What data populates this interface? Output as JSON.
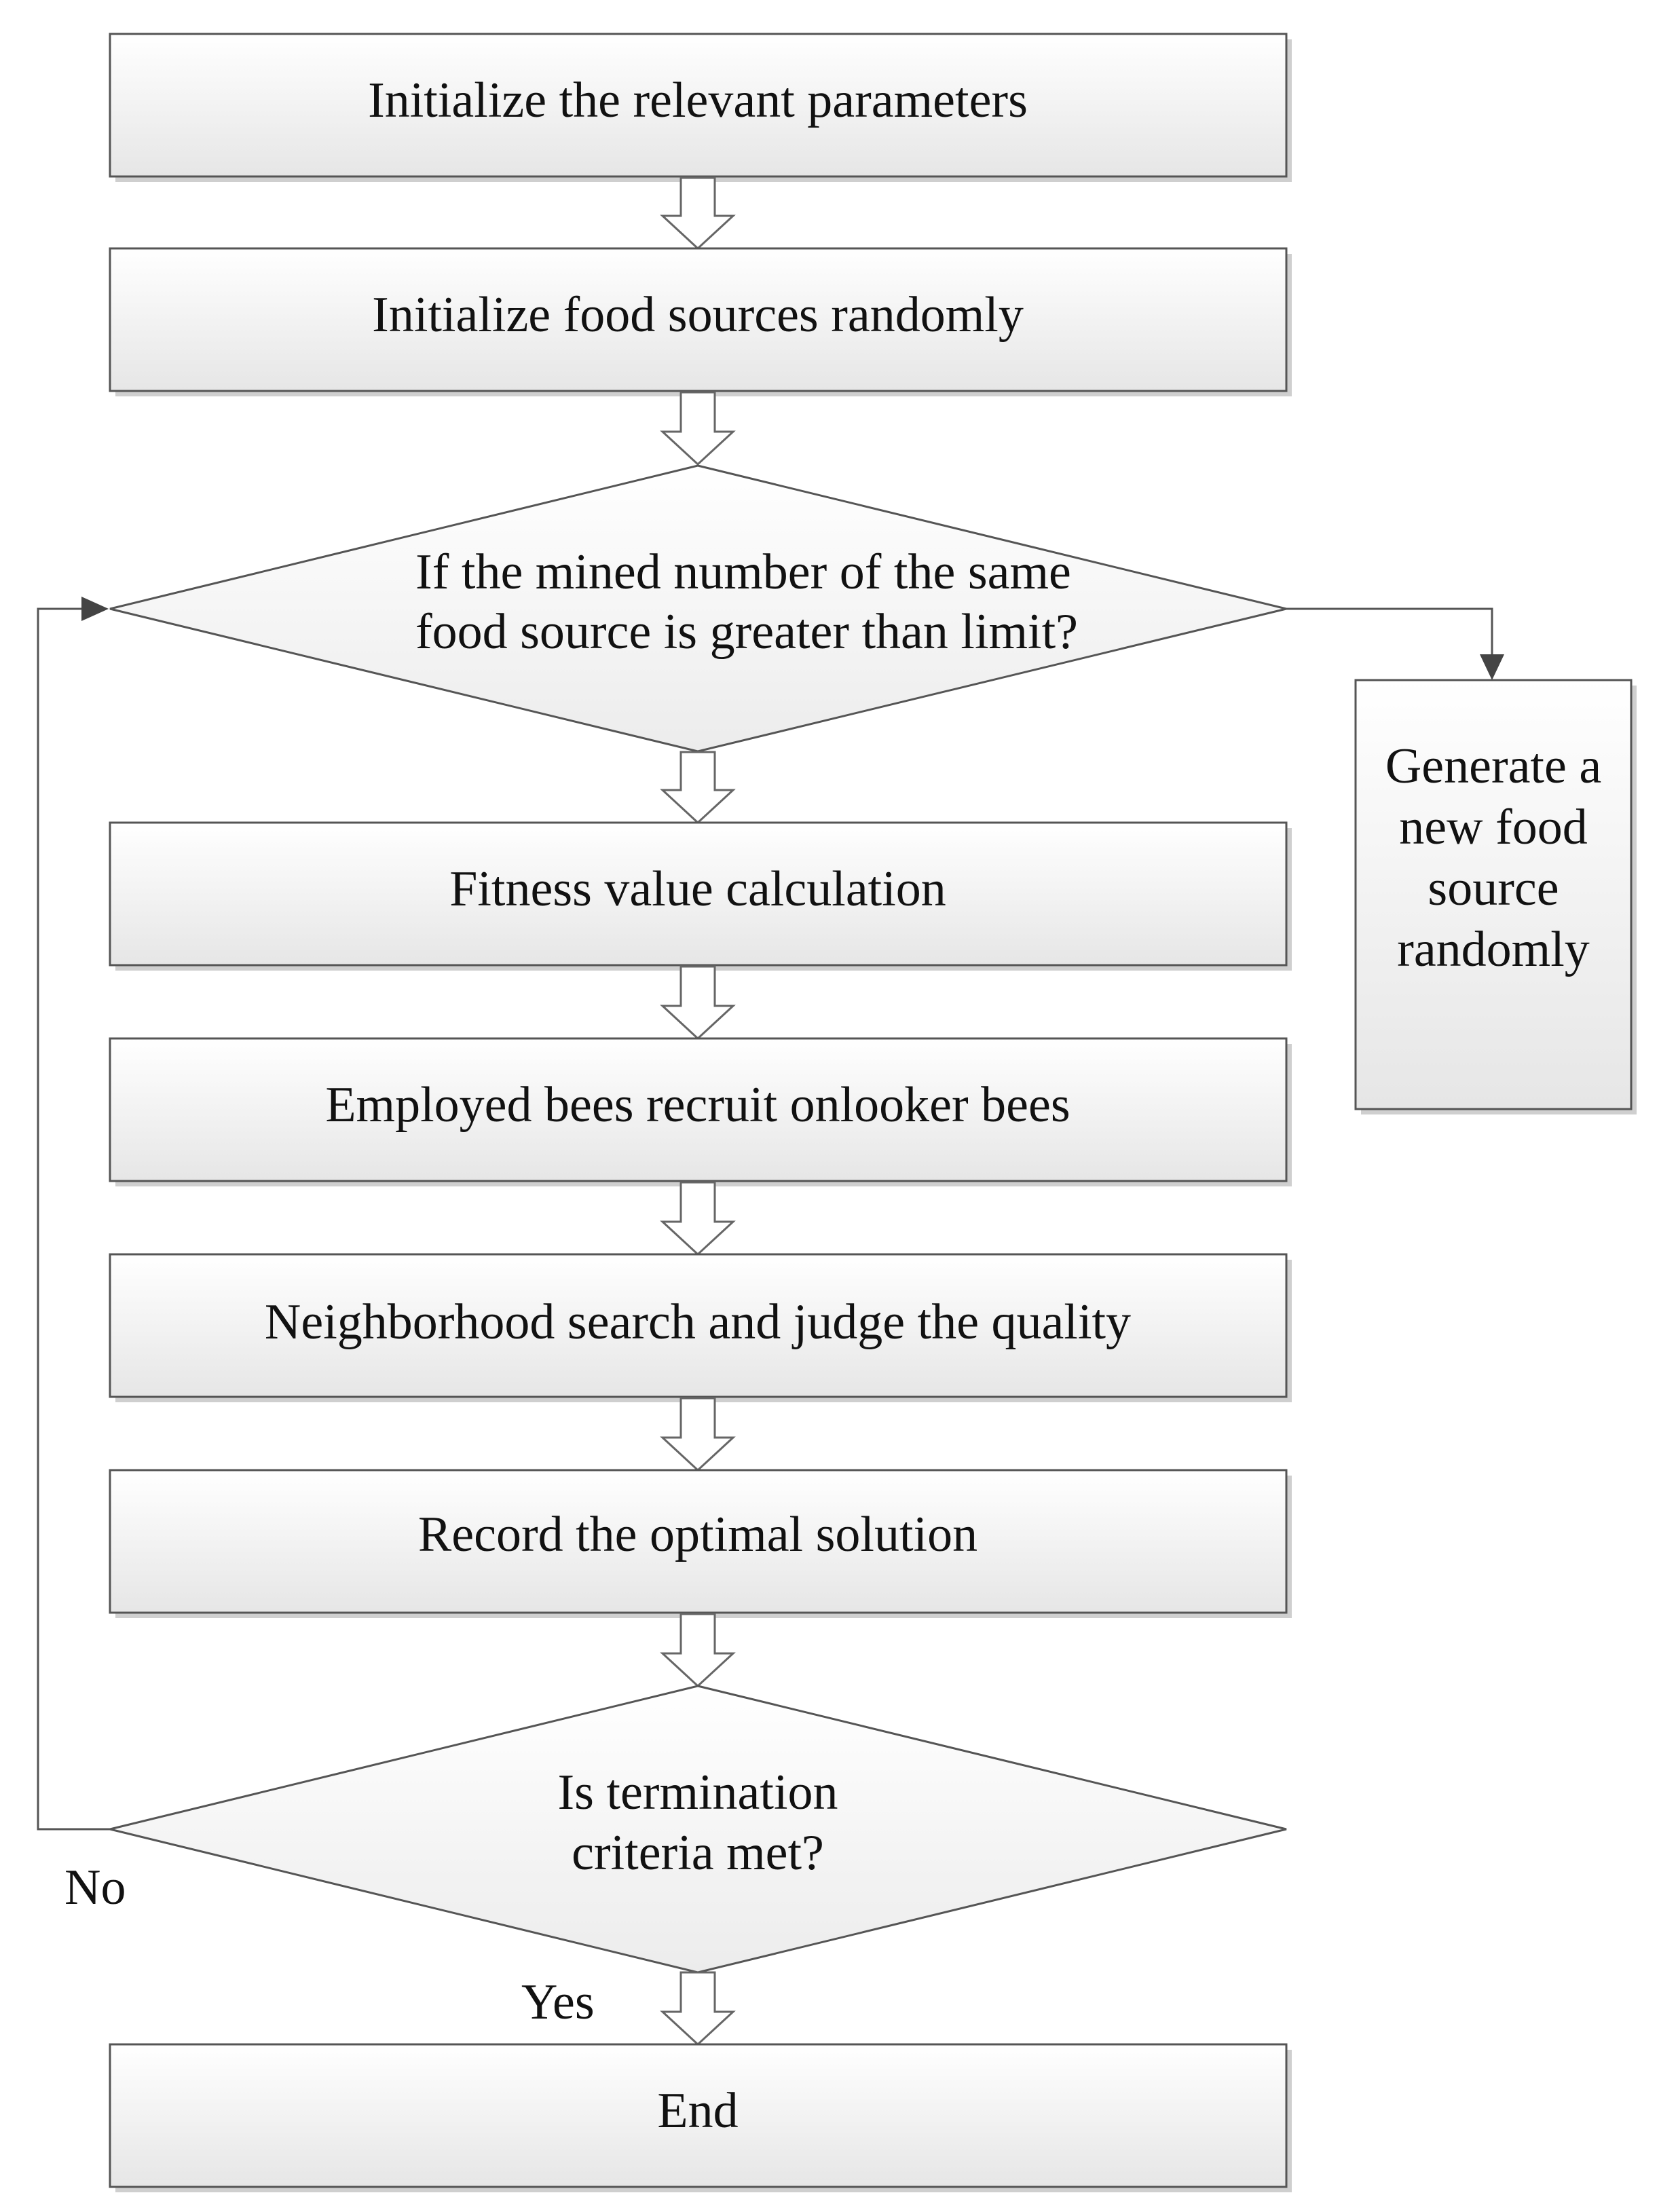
{
  "colors": {
    "box_fill_top": "#ffffff",
    "box_fill_bottom": "#e8e8e8",
    "stroke": "#555555",
    "shadow": "#c8c8c8",
    "text": "#111111",
    "arrow_line": "#555555"
  },
  "nodes": {
    "init_params": "Initialize the relevant parameters",
    "init_food": "Initialize food sources randomly",
    "limit_check": [
      "If the mined number of the same",
      "food source is greater than limit?"
    ],
    "fitness": "Fitness value calculation",
    "employed": "Employed bees recruit onlooker bees",
    "neighborhood": "Neighborhood search and judge the quality",
    "record": "Record the optimal solution",
    "termination": [
      "Is termination",
      "criteria met?"
    ],
    "end": "End",
    "generate": [
      "Generate a",
      "new food",
      "source",
      "randomly"
    ]
  },
  "labels": {
    "no": "No",
    "yes": "Yes"
  }
}
